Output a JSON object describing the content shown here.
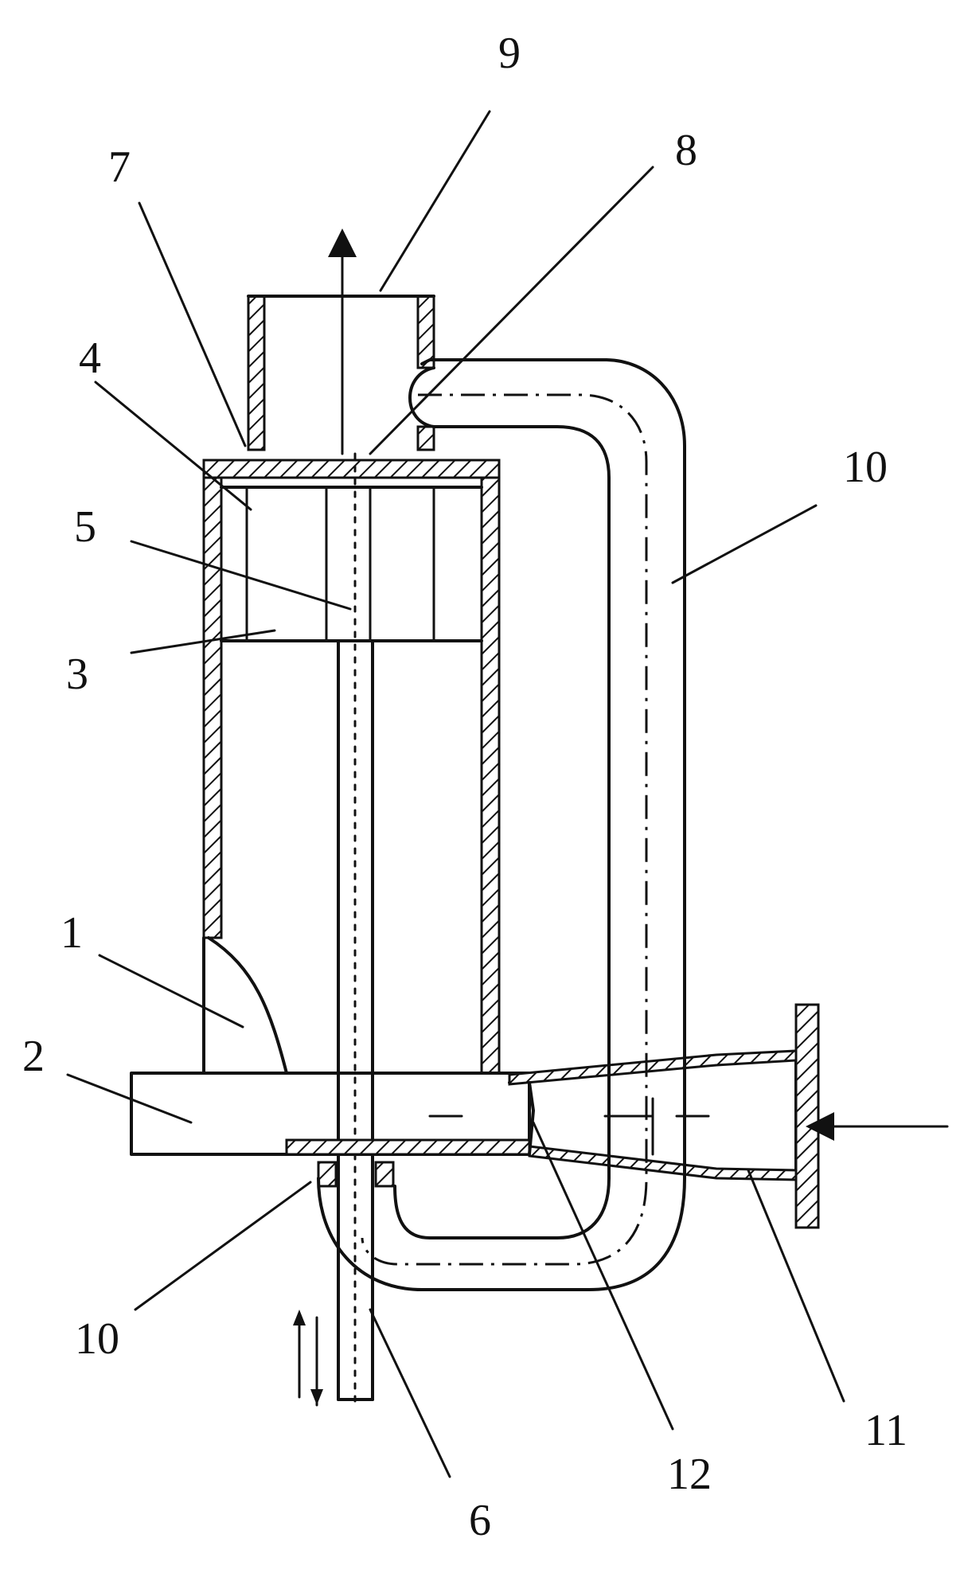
{
  "labels": {
    "n1": "1",
    "n2": "2",
    "n3": "3",
    "n4": "4",
    "n5": "5",
    "n6": "6",
    "n7": "7",
    "n8": "8",
    "n9": "9",
    "n10_top": "10",
    "n10_bottom": "10",
    "n11": "11",
    "n12": "12"
  },
  "colors": {
    "line": "#111111",
    "background": "#ffffff"
  }
}
